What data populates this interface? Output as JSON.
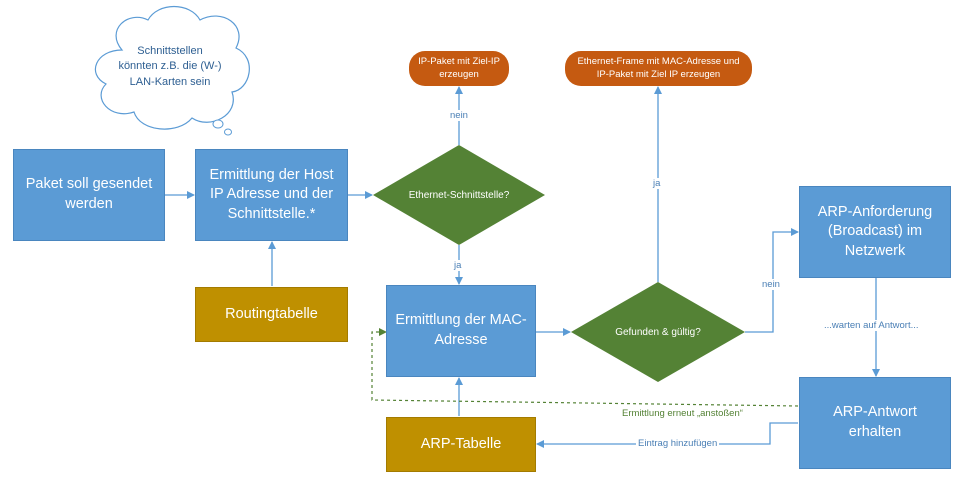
{
  "nodes": {
    "paket": "Paket soll gesendet werden",
    "host_ip": "Ermittlung der Host IP Adresse und der Schnittstelle.*",
    "routing": "Routingtabelle",
    "ethernet_decision": "Ethernet-Schnittstelle?",
    "ip_paket": "IP-Paket mit Ziel-IP erzeugen",
    "mac": "Ermittlung der MAC-Adresse",
    "arp_tabelle": "ARP-Tabelle",
    "gefunden_decision": "Gefunden & gültig?",
    "ethernet_frame": "Ethernet-Frame mit MAC-Adresse und IP-Paket mit Ziel IP erzeugen",
    "arp_anforderung": "ARP-Anforderung (Broadcast) im Netzwerk",
    "arp_antwort": "ARP-Antwort erhalten"
  },
  "edge_labels": {
    "nein_1": "nein",
    "ja_1": "ja",
    "ja_2": "ja",
    "nein_2": "nein",
    "warten": "...warten auf Antwort...",
    "eintrag": "Eintrag hinzufügen",
    "erneut": "Ermittlung erneut „anstoßen“"
  },
  "cloud": {
    "text": "Schnittstellen könnten z.B. die (W-) LAN-Karten sein"
  },
  "colors": {
    "process": "#5b9bd5",
    "data": "#bf9000",
    "decision": "#548235",
    "terminal": "#c55a11",
    "arrow": "#5b9bd5",
    "dashed": "#548235"
  }
}
